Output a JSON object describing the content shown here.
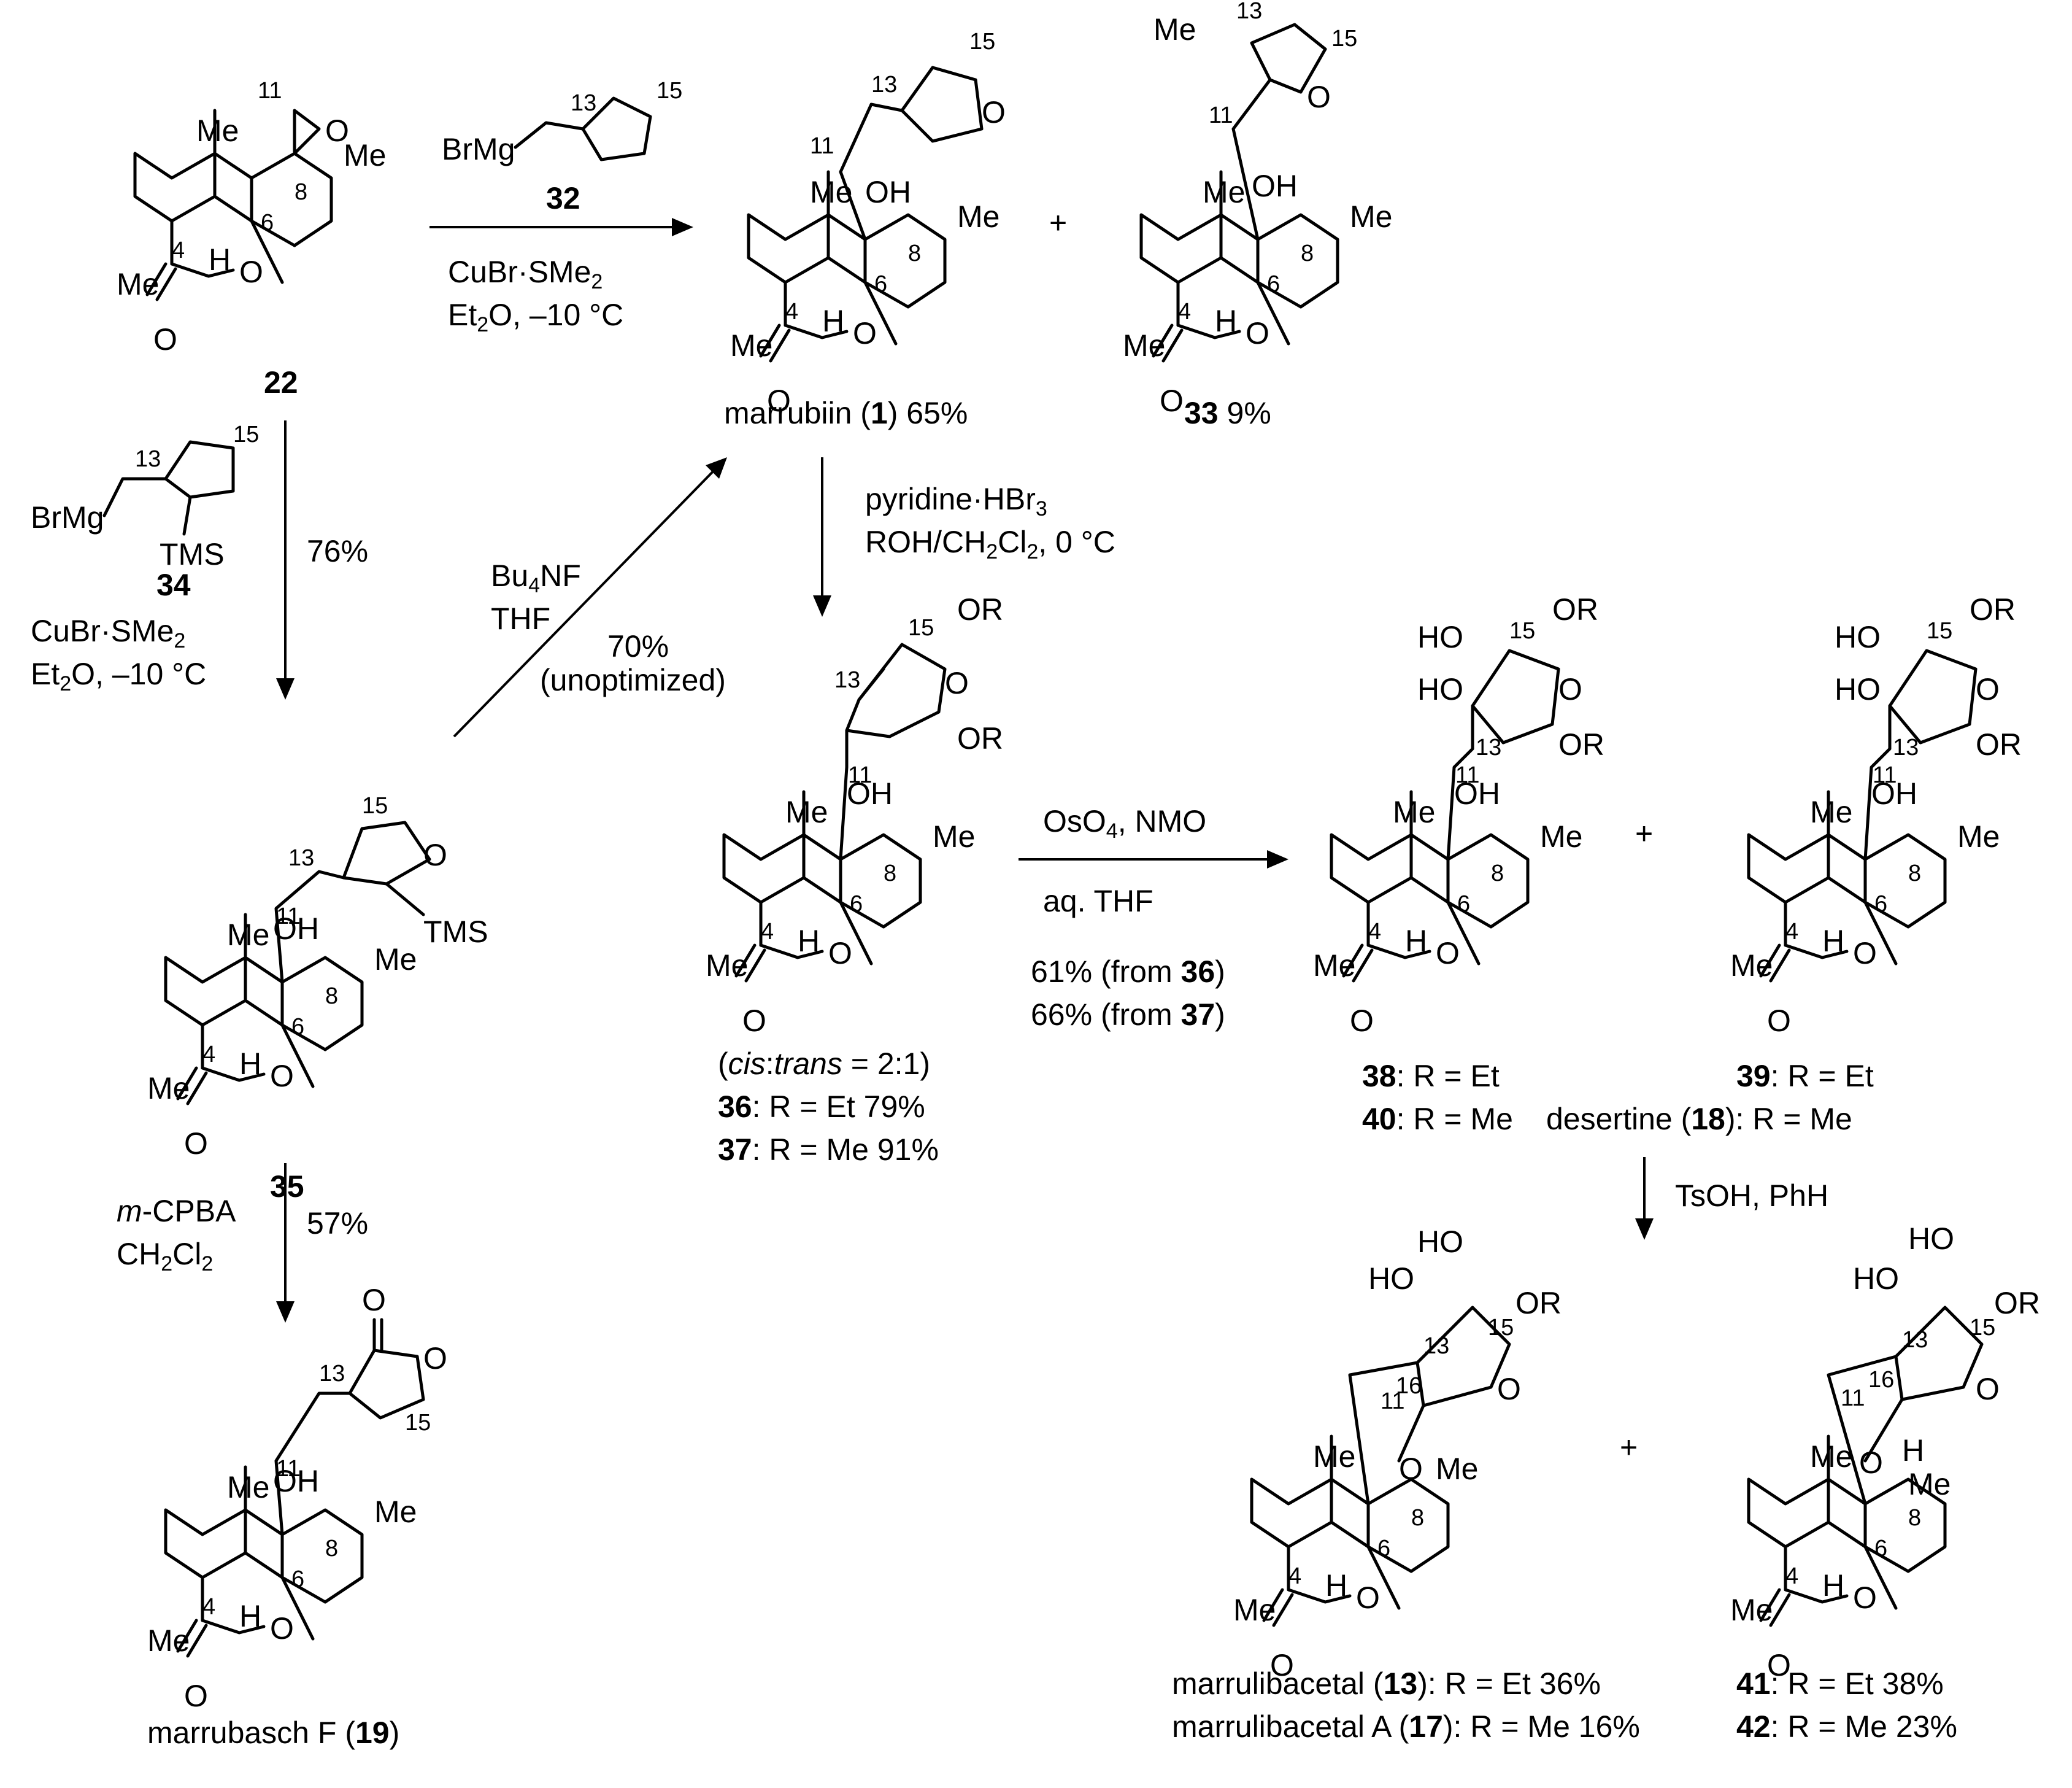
{
  "compounds": {
    "c22": {
      "id": "22"
    },
    "c1": {
      "name": "marrubiin (",
      "id": "1",
      "tail": ")  65%"
    },
    "c33": {
      "id": "33",
      "yield": "  9%"
    },
    "c35": {
      "id": "35"
    },
    "c19": {
      "name": "marrubasch F (",
      "id": "19",
      "tail": ")"
    },
    "c36_37": {
      "ratio_open": "(",
      "ratio_cis": "cis",
      "ratio_colon": ":",
      "ratio_trans": "trans",
      "ratio_tail": " = 2:1)",
      "l36_id": "36",
      "l36_txt": ": R = Et  79%",
      "l37_id": "37",
      "l37_txt": ": R = Me  91%"
    },
    "c38_40": {
      "l38_id": "38",
      "l38_txt": ": R = Et",
      "l40_id": "40",
      "l40_txt": ": R = Me"
    },
    "c39_18": {
      "l39_id": "39",
      "l39_txt": ": R = Et",
      "l18_pre": "desertine (",
      "l18_id": "18",
      "l18_txt": "): R = Me"
    },
    "c13_17": {
      "l13_pre": "marrulibacetal (",
      "l13_id": "13",
      "l13_txt": "): R = Et  36%",
      "l17_pre": "marrulibacetal A (",
      "l17_id": "17",
      "l17_txt": "): R = Me  16%"
    },
    "c41_42": {
      "l41_id": "41",
      "l41_txt": ": R = Et  38%",
      "l42_id": "42",
      "l42_txt": ": R = Me  23%"
    }
  },
  "reagents": {
    "r32": {
      "label": "BrMg",
      "id": "32",
      "n13": "13",
      "n15": "15"
    },
    "r34": {
      "label": "BrMg",
      "tms": "TMS",
      "id": "34",
      "n13": "13",
      "n15": "15"
    }
  },
  "conditions": {
    "step_22_to_1": {
      "line1": "CuBr·SMe",
      "line1_sub": "2",
      "line2_a": "Et",
      "line2_sub": "2",
      "line2_b": "O, –10 °C"
    },
    "step_22_to_35": {
      "yield": "76%",
      "line1": "CuBr·SMe",
      "line1_sub": "2",
      "line2_a": "Et",
      "line2_sub": "2",
      "line2_b": "O, –10 °C"
    },
    "step_35_to_1": {
      "reagent_a": "Bu",
      "reagent_sub": "4",
      "reagent_b": "NF",
      "solvent": "THF",
      "yield": "70%",
      "note": "(unoptimized)"
    },
    "step_1_to_36": {
      "line1_a": "pyridine·HBr",
      "line1_sub": "3",
      "line2_a": "ROH/CH",
      "line2_sub1": "2",
      "line2_b": "Cl",
      "line2_sub2": "2",
      "line2_c": ", 0 °C"
    },
    "step_36_to_38": {
      "line1_a": "OsO",
      "line1_sub": "4",
      "line1_b": ", NMO",
      "line2": "aq. THF",
      "y1_a": "61% (from ",
      "y1_id": "36",
      "y1_b": ")",
      "y2_a": "66% (from ",
      "y2_id": "37",
      "y2_b": ")"
    },
    "step_35_to_19": {
      "reagent_italic": "m",
      "reagent_rest": "-CPBA",
      "solvent_a": "CH",
      "solvent_sub1": "2",
      "solvent_b": "Cl",
      "solvent_sub2": "2",
      "yield": "57%"
    },
    "step_39_to_41": {
      "label": "TsOH, PhH"
    }
  },
  "symbols": {
    "plus": "+"
  },
  "atom_labels": {
    "Me": "Me",
    "O": "O",
    "OH": "OH",
    "H": "H",
    "OR": "OR",
    "HO": "HO",
    "OMe": "Me",
    "n4": "4",
    "n6": "6",
    "n8": "8",
    "n11": "11",
    "n13": "13",
    "n15": "15",
    "n16": "16"
  }
}
